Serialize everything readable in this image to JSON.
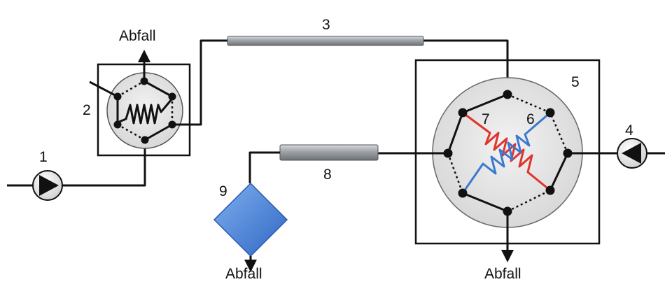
{
  "labels": {
    "n1": "1",
    "n2": "2",
    "n3": "3",
    "n4": "4",
    "n5": "5",
    "n6": "6",
    "n7": "7",
    "n8": "8",
    "n9": "9",
    "waste_top": "Abfall",
    "waste_mid": "Abfall",
    "waste_right": "Abfall"
  },
  "colors": {
    "pipe": "#111111",
    "column": "#9ea3a8",
    "valve_fill": "#e4e4e4",
    "loop_red": "#e0342c",
    "loop_blue": "#3b78d0",
    "detector": "#4a86d8"
  }
}
